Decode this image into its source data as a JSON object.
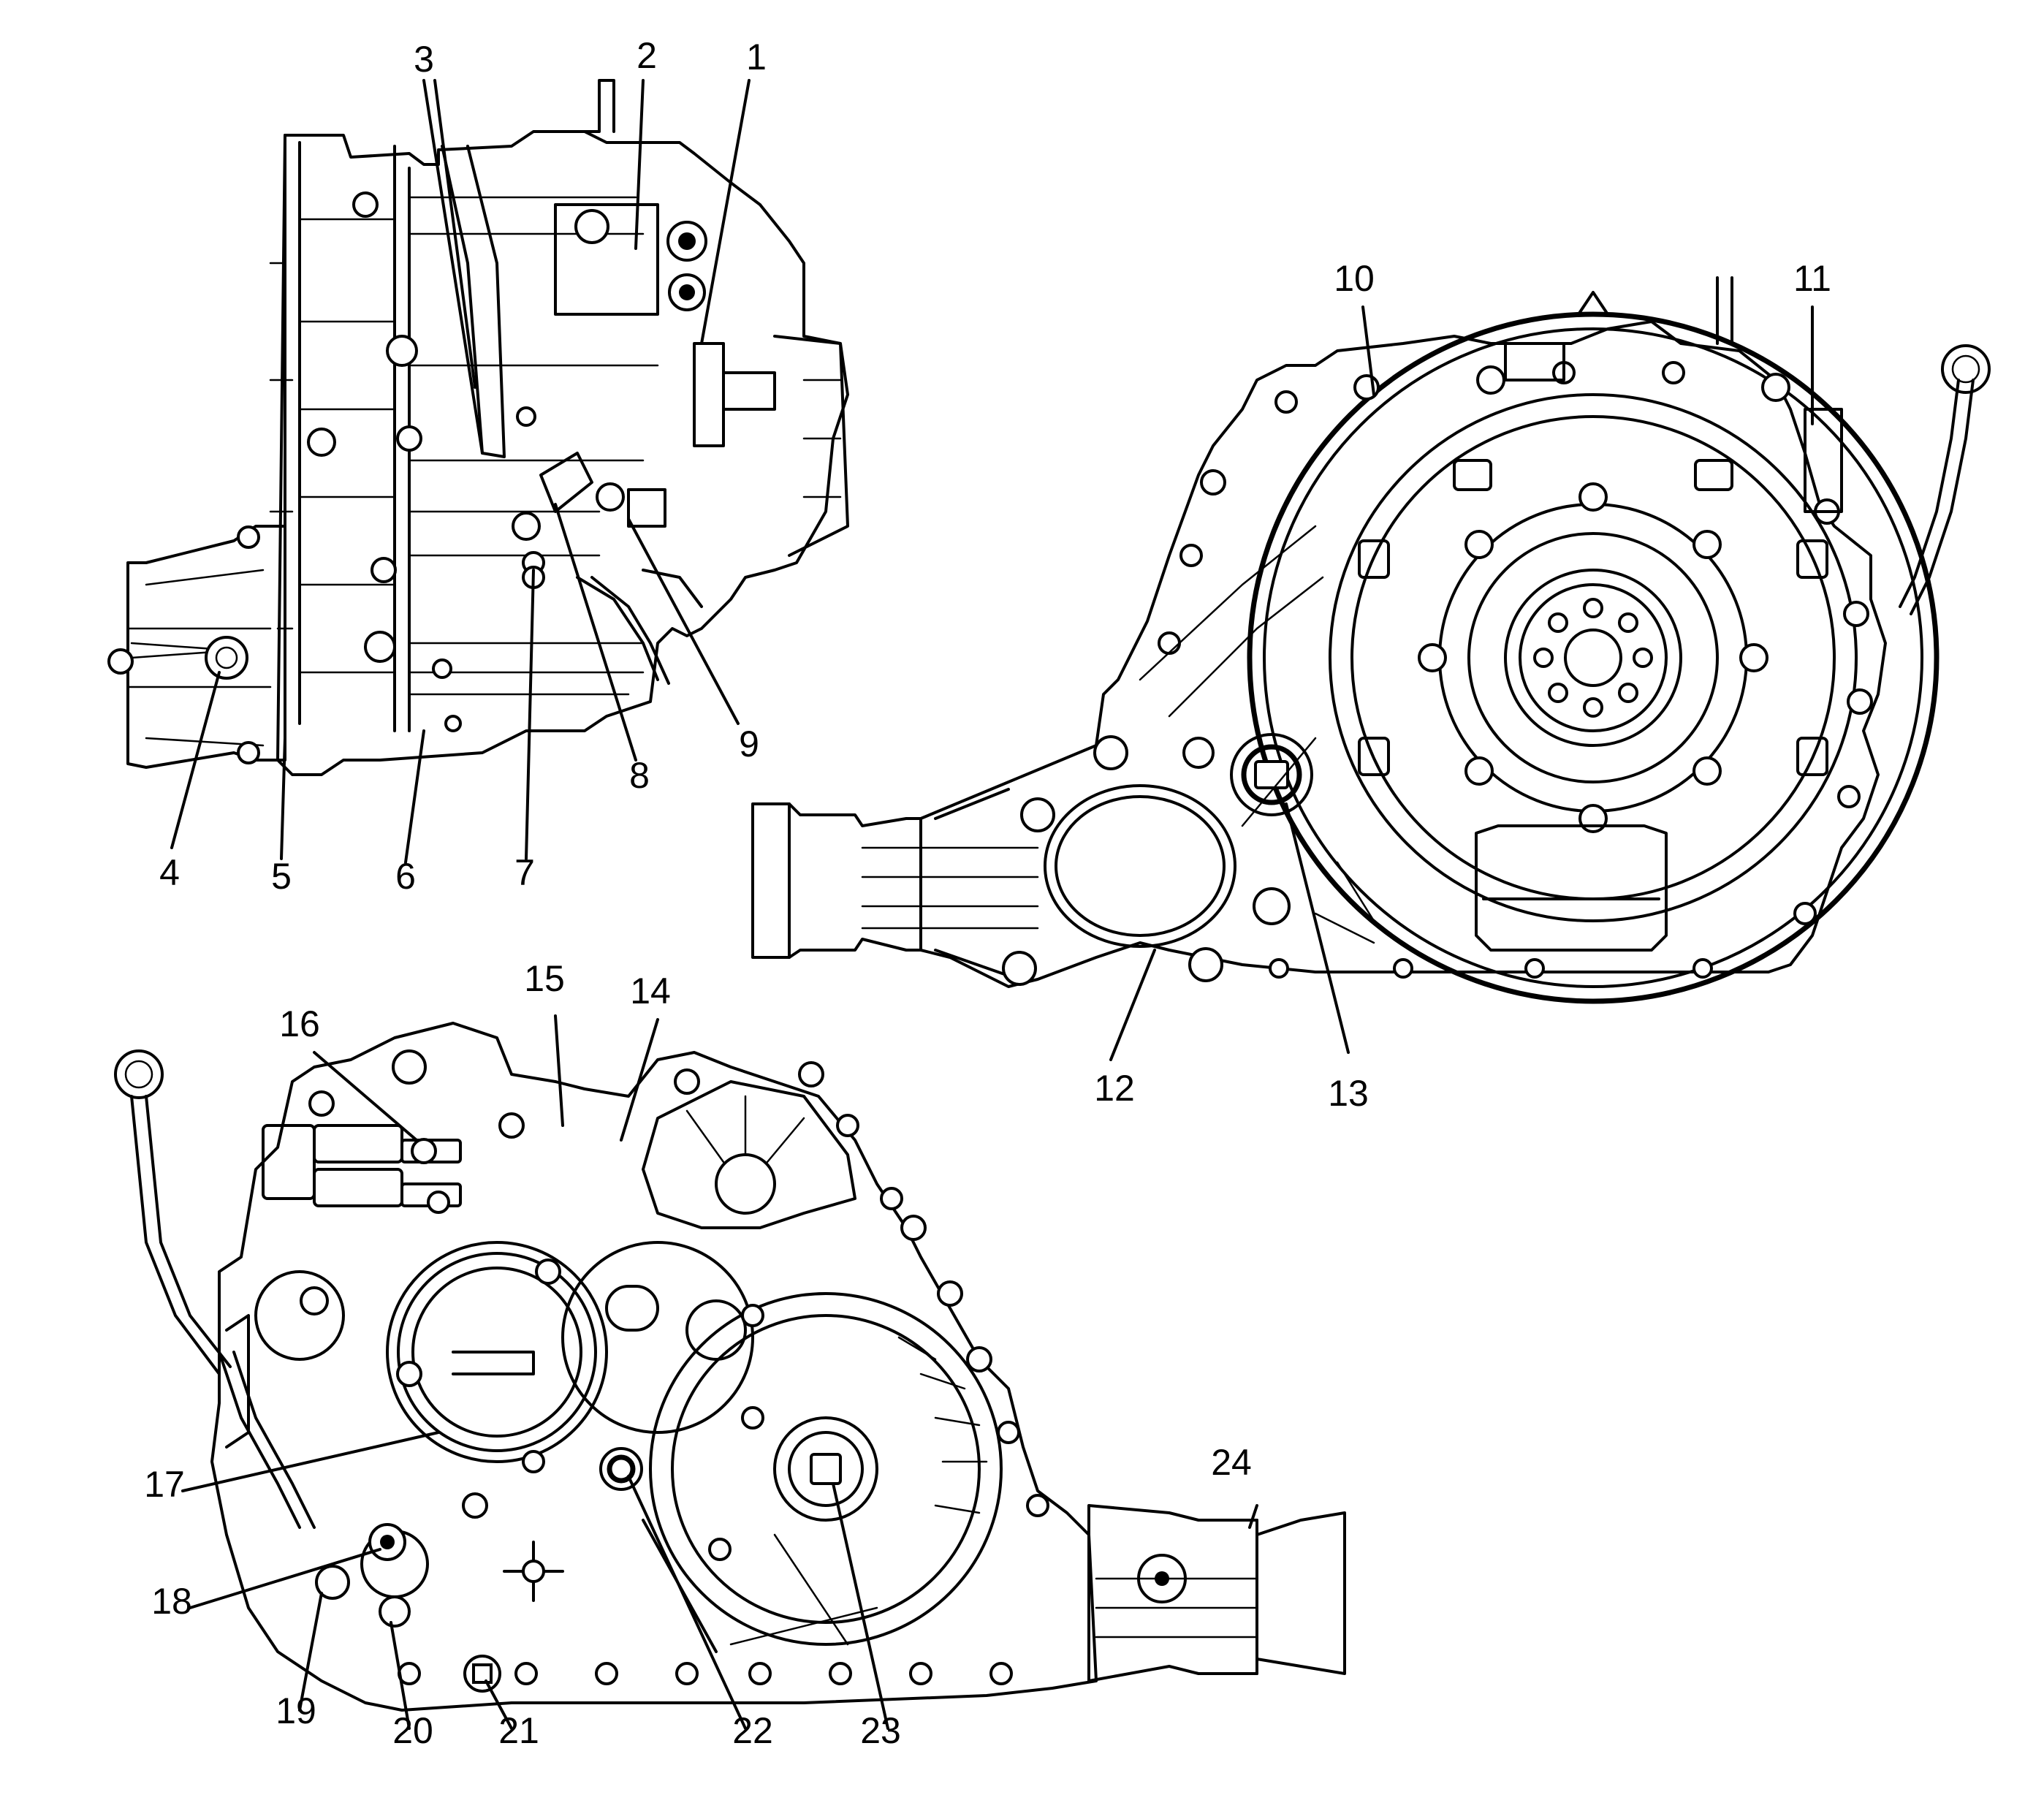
{
  "callouts": [
    {
      "id": "1",
      "text": "1"
    },
    {
      "id": "2",
      "text": "2"
    },
    {
      "id": "3",
      "text": "3"
    },
    {
      "id": "4",
      "text": "4"
    },
    {
      "id": "5",
      "text": "5"
    },
    {
      "id": "6",
      "text": "6"
    },
    {
      "id": "7",
      "text": "7"
    },
    {
      "id": "8",
      "text": "8"
    },
    {
      "id": "9",
      "text": "9"
    },
    {
      "id": "10",
      "text": "10"
    },
    {
      "id": "11",
      "text": "11"
    },
    {
      "id": "12",
      "text": "12"
    },
    {
      "id": "13",
      "text": "13"
    },
    {
      "id": "14",
      "text": "14"
    },
    {
      "id": "15",
      "text": "15"
    },
    {
      "id": "16",
      "text": "16"
    },
    {
      "id": "17",
      "text": "17"
    },
    {
      "id": "18",
      "text": "18"
    },
    {
      "id": "19",
      "text": "19"
    },
    {
      "id": "20",
      "text": "20"
    },
    {
      "id": "21",
      "text": "21"
    },
    {
      "id": "22",
      "text": "22"
    },
    {
      "id": "23",
      "text": "23"
    },
    {
      "id": "24",
      "text": "24"
    }
  ],
  "colors": {
    "line": "#000000",
    "background": "#ffffff"
  }
}
